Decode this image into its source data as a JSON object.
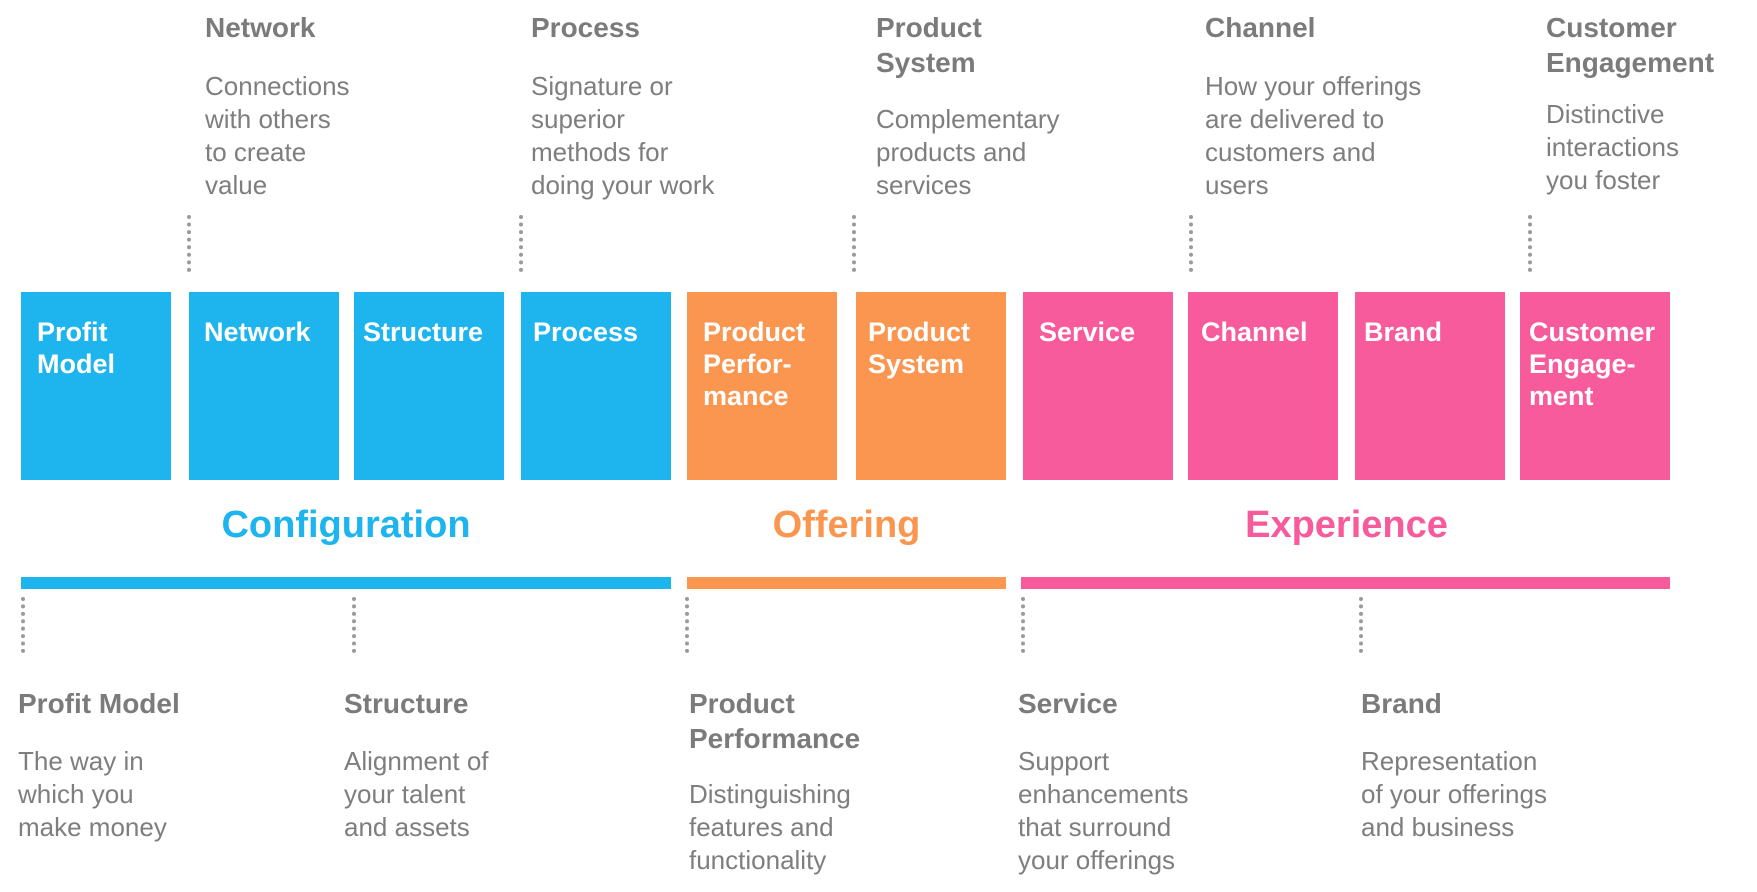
{
  "blocks": {
    "profit_model": "Profit\nModel",
    "network": "Network",
    "structure": "Structure",
    "process": "Process",
    "product_performance": "Product\nPerfor-\nmance",
    "product_system": "Product\nSystem",
    "service": "Service",
    "channel": "Channel",
    "brand": "Brand",
    "customer_engagement": "Customer\nEngage-\nment"
  },
  "categories": {
    "configuration": "Configuration",
    "offering": "Offering",
    "experience": "Experience"
  },
  "colors": {
    "configuration": "#1EB4EE",
    "offering": "#FA9650",
    "experience": "#F85B9B"
  },
  "top_notes": [
    {
      "title": "Network",
      "desc": "Connections\nwith others\nto create\nvalue"
    },
    {
      "title": "Process",
      "desc": "Signature or\nsuperior\nmethods for\ndoing your work"
    },
    {
      "title": "Product\nSystem",
      "desc": "Complementary\nproducts and\nservices"
    },
    {
      "title": "Channel",
      "desc": "How your offerings\nare delivered to\ncustomers and\nusers"
    },
    {
      "title": "Customer\nEngagement",
      "desc": "Distinctive\ninteractions\nyou foster"
    }
  ],
  "bottom_notes": [
    {
      "title": "Profit Model",
      "desc": "The way in\nwhich you\nmake money"
    },
    {
      "title": "Structure",
      "desc": "Alignment of\nyour talent\nand assets"
    },
    {
      "title": "Product\nPerformance",
      "desc": "Distinguishing\nfeatures and\nfunctionality"
    },
    {
      "title": "Service",
      "desc": "Support\nenhancements\nthat surround\nyour offerings"
    },
    {
      "title": "Brand",
      "desc": "Representation\nof your offerings\nand business"
    }
  ]
}
